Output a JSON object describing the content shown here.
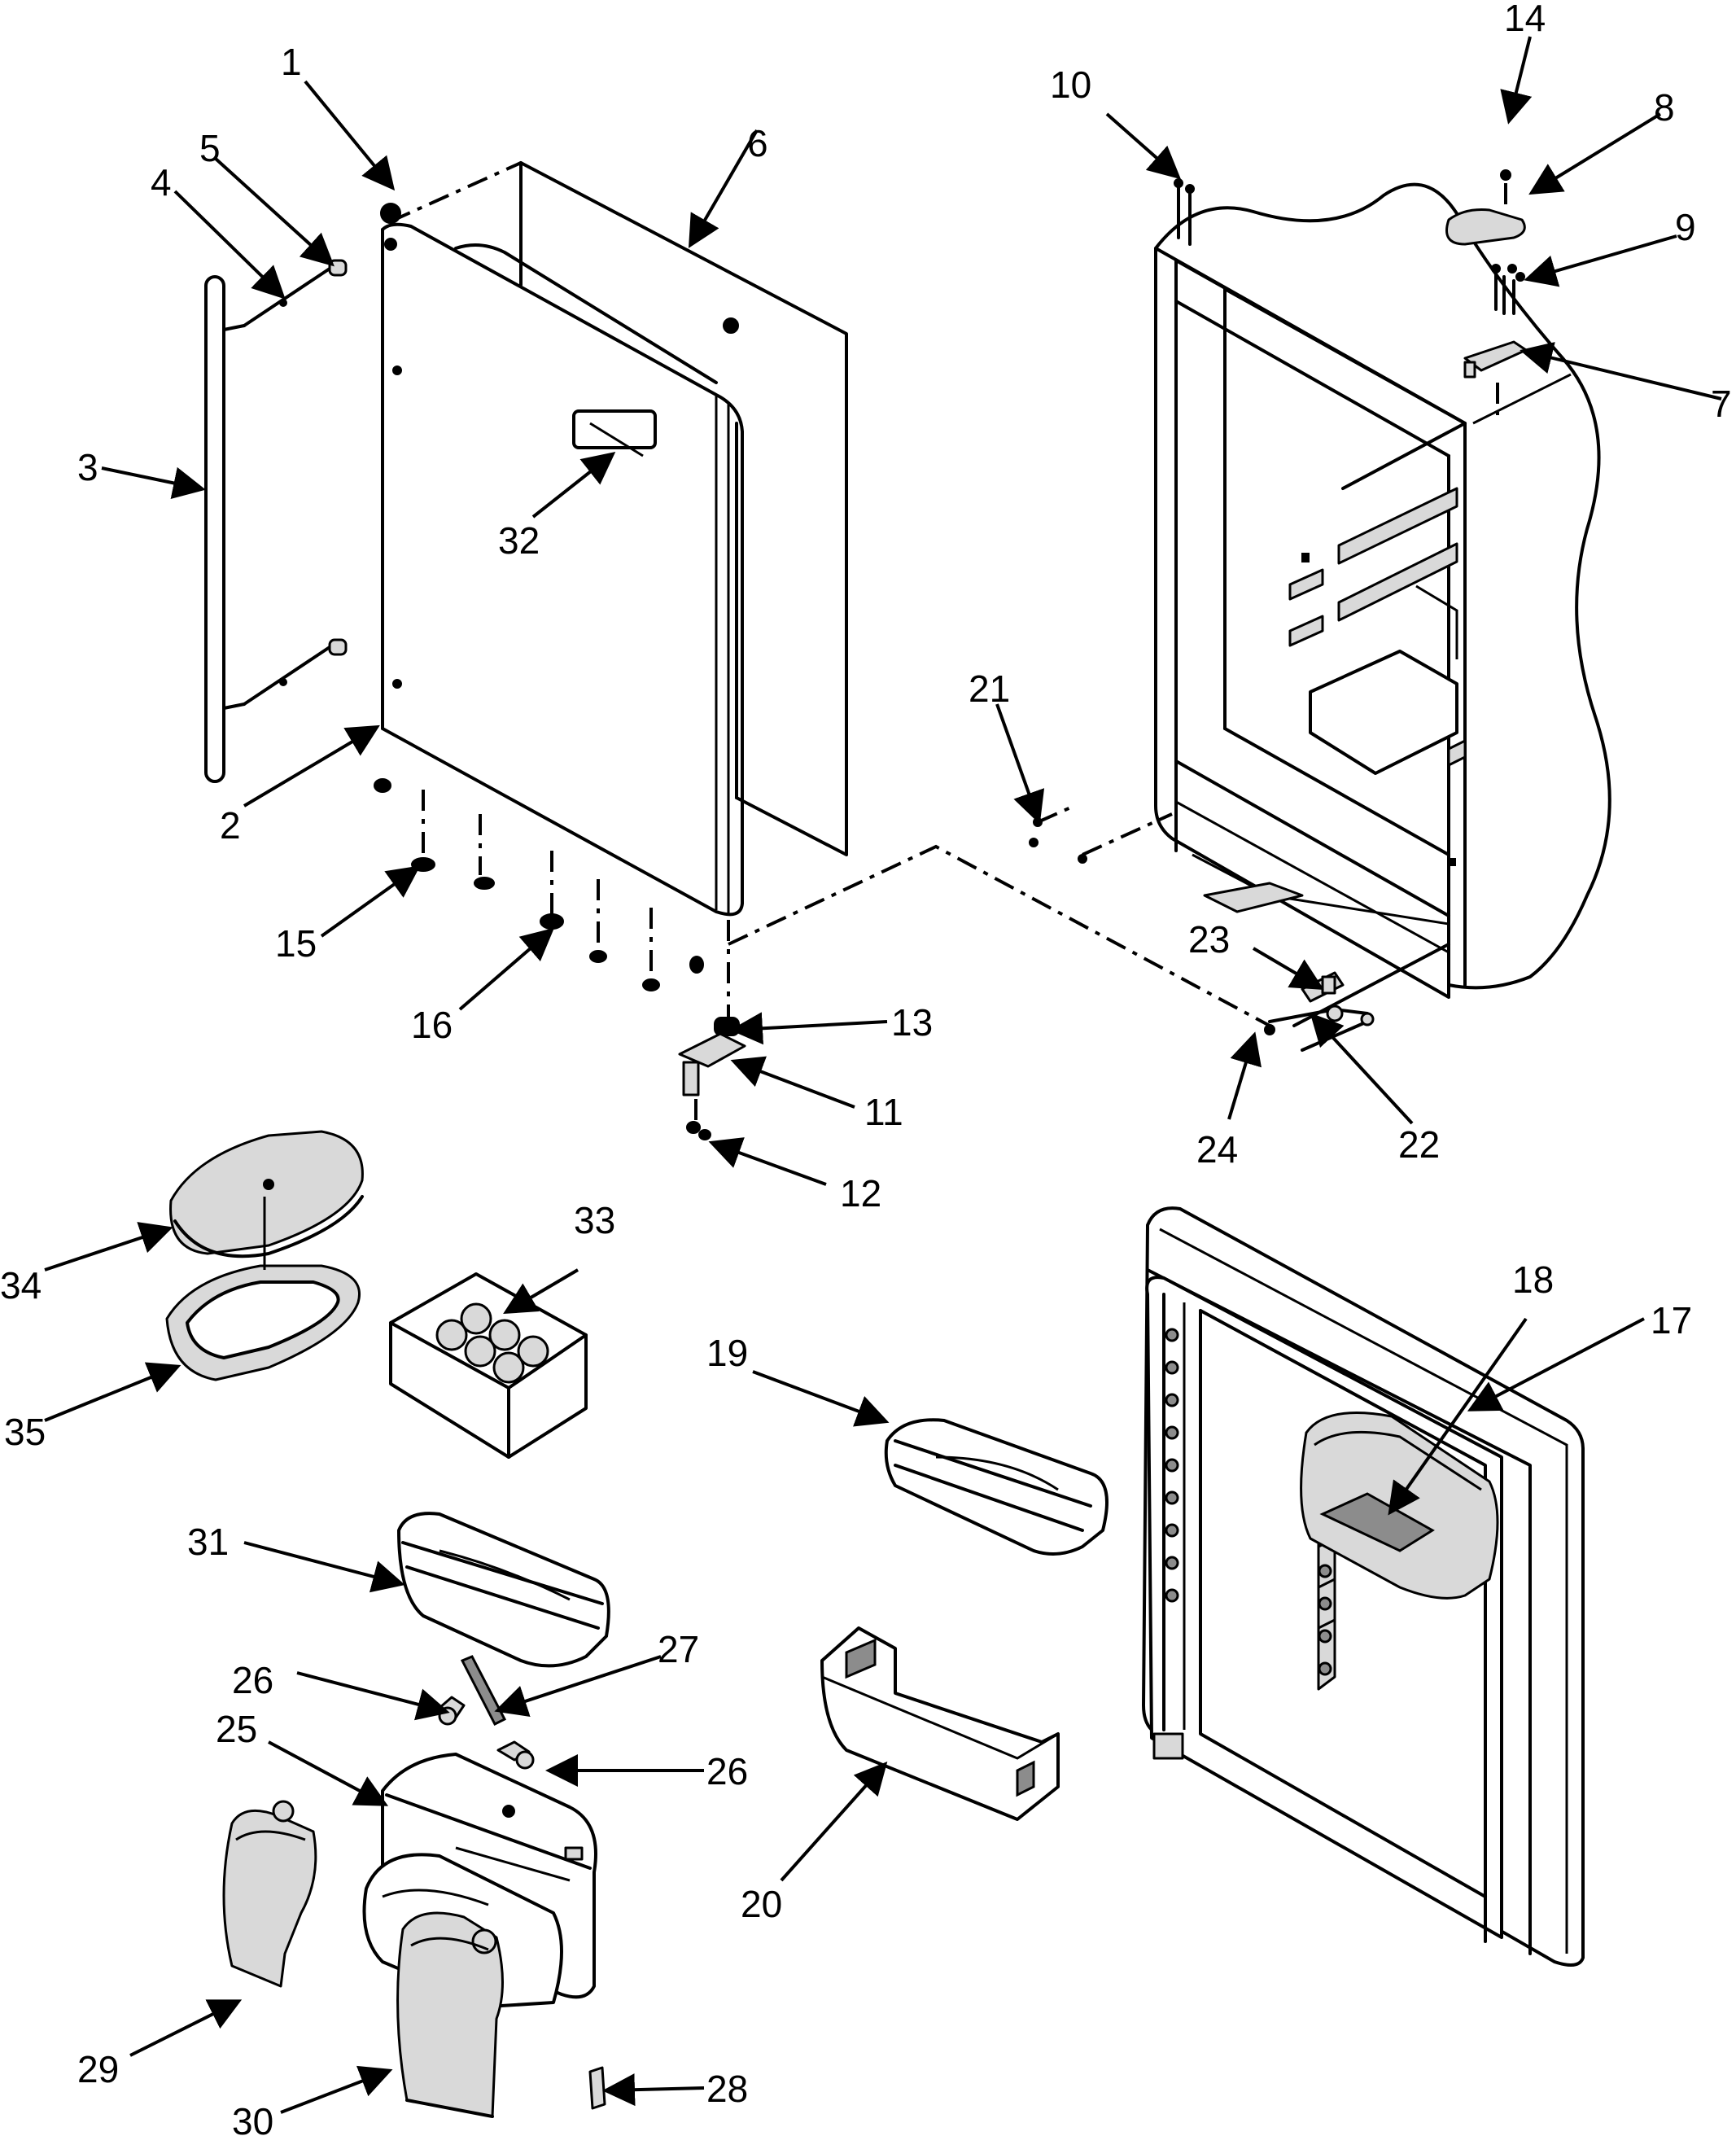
{
  "callouts": [
    {
      "id": "1",
      "label": "1"
    },
    {
      "id": "2",
      "label": "2"
    },
    {
      "id": "3",
      "label": "3"
    },
    {
      "id": "4",
      "label": "4"
    },
    {
      "id": "5",
      "label": "5"
    },
    {
      "id": "6",
      "label": "6"
    },
    {
      "id": "7",
      "label": "7"
    },
    {
      "id": "8",
      "label": "8"
    },
    {
      "id": "9",
      "label": "9"
    },
    {
      "id": "10",
      "label": "10"
    },
    {
      "id": "11",
      "label": "11"
    },
    {
      "id": "12",
      "label": "12"
    },
    {
      "id": "13",
      "label": "13"
    },
    {
      "id": "14",
      "label": "14"
    },
    {
      "id": "15",
      "label": "15"
    },
    {
      "id": "16",
      "label": "16"
    },
    {
      "id": "17",
      "label": "17"
    },
    {
      "id": "18",
      "label": "18"
    },
    {
      "id": "19",
      "label": "19"
    },
    {
      "id": "20",
      "label": "20"
    },
    {
      "id": "21",
      "label": "21"
    },
    {
      "id": "22",
      "label": "22"
    },
    {
      "id": "23",
      "label": "23"
    },
    {
      "id": "24",
      "label": "24"
    },
    {
      "id": "25",
      "label": "25"
    },
    {
      "id": "26a",
      "label": "26"
    },
    {
      "id": "26b",
      "label": "26"
    },
    {
      "id": "27",
      "label": "27"
    },
    {
      "id": "28",
      "label": "28"
    },
    {
      "id": "29",
      "label": "29"
    },
    {
      "id": "30",
      "label": "30"
    },
    {
      "id": "31",
      "label": "31"
    },
    {
      "id": "32",
      "label": "32"
    },
    {
      "id": "33",
      "label": "33"
    },
    {
      "id": "34",
      "label": "34"
    },
    {
      "id": "35",
      "label": "35"
    }
  ],
  "colors": {
    "line": "#000000",
    "background": "#ffffff",
    "shade": "#d9d9d9",
    "dark": "#8c8c8c"
  }
}
